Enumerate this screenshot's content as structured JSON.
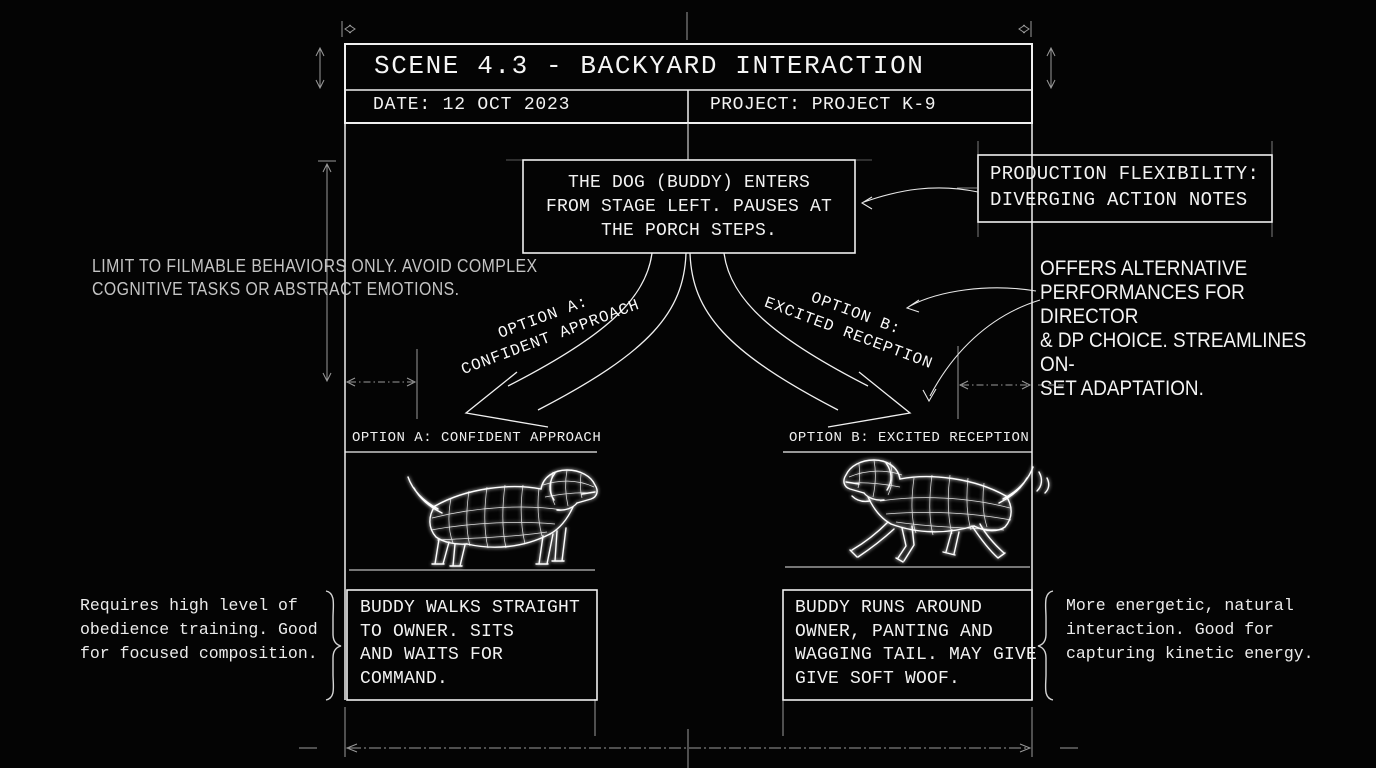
{
  "colors": {
    "background": "#040404",
    "ink": "#f2f2f2",
    "dim_lines": "#9a9a9a",
    "muted_text": "#c4c4c4"
  },
  "title_block": {
    "scene_title": "SCENE 4.3 - BACKYARD INTERACTION",
    "date": "DATE: 12 OCT 2023",
    "project": "PROJECT: PROJECT K-9"
  },
  "flow": {
    "intro_note": "THE DOG (BUDDY) ENTERS\nFROM STAGE LEFT. PAUSES AT\nTHE PORCH STEPS.",
    "callout_title": "PRODUCTION FLEXIBILITY:\nDIVERGING ACTION NOTES",
    "branch_a_label": "OPTION A:\nCONFIDENT APPROACH",
    "branch_b_label": "OPTION B:\nEXCITED RECEPTION"
  },
  "annotations": {
    "constraint_note": "LIMIT TO FILMABLE BEHAVIORS ONLY. AVOID COMPLEX\nCOGNITIVE TASKS OR ABSTRACT EMOTIONS.",
    "flexibility_note": "OFFERS ALTERNATIVE\nPERFORMANCES FOR DIRECTOR\n& DP CHOICE. STREAMLINES ON-\nSET ADAPTATION.",
    "option_a_side_note": "Requires high level of\nobedience training. Good\nfor focused composition.",
    "option_b_side_note": "More energetic, natural\ninteraction. Good for\ncapturing kinetic energy."
  },
  "options": {
    "a": {
      "header": "OPTION A: CONFIDENT APPROACH",
      "action": "BUDDY WALKS STRAIGHT\nTO OWNER. SITS\nAND WAITS FOR\nCOMMAND.",
      "illustration": "wireframe-dog-standing"
    },
    "b": {
      "header": "OPTION B: EXCITED RECEPTION",
      "action": "BUDDY RUNS AROUND\nOWNER, PANTING AND\nWAGGING TAIL. MAY GIVE\nGIVE SOFT WOOF.",
      "illustration": "wireframe-dog-trotting"
    }
  }
}
